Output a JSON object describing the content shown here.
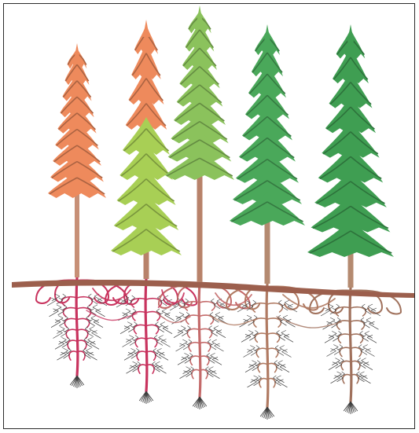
{
  "illustration": {
    "subject": "five-conifers-with-connected-root-network",
    "trees": [
      {
        "name": "tree-1",
        "foliage_color": "#ee8a5c",
        "trunk_color": "#c79077",
        "root_color": "#c8335e"
      },
      {
        "name": "tree-2",
        "foliage_color": "#a8cf55",
        "upper_foliage_color": "#ee8a5c",
        "trunk_color": "#b8826a",
        "root_color": "#c8335e"
      },
      {
        "name": "tree-3",
        "foliage_color": "#8bc25c",
        "trunk_color": "#b8826a",
        "root_color": "#c46a6a"
      },
      {
        "name": "tree-4",
        "foliage_color": "#4aa85a",
        "trunk_color": "#b48a70",
        "root_color": "#b07a62"
      },
      {
        "name": "tree-5",
        "foliage_color": "#3f9e52",
        "trunk_color": "#b48a70",
        "root_color": "#a0715c"
      }
    ],
    "ground_color": "#9c5f4d",
    "fine_root_color": "#3a3a3a",
    "frame_color": "#2a2a2a"
  }
}
